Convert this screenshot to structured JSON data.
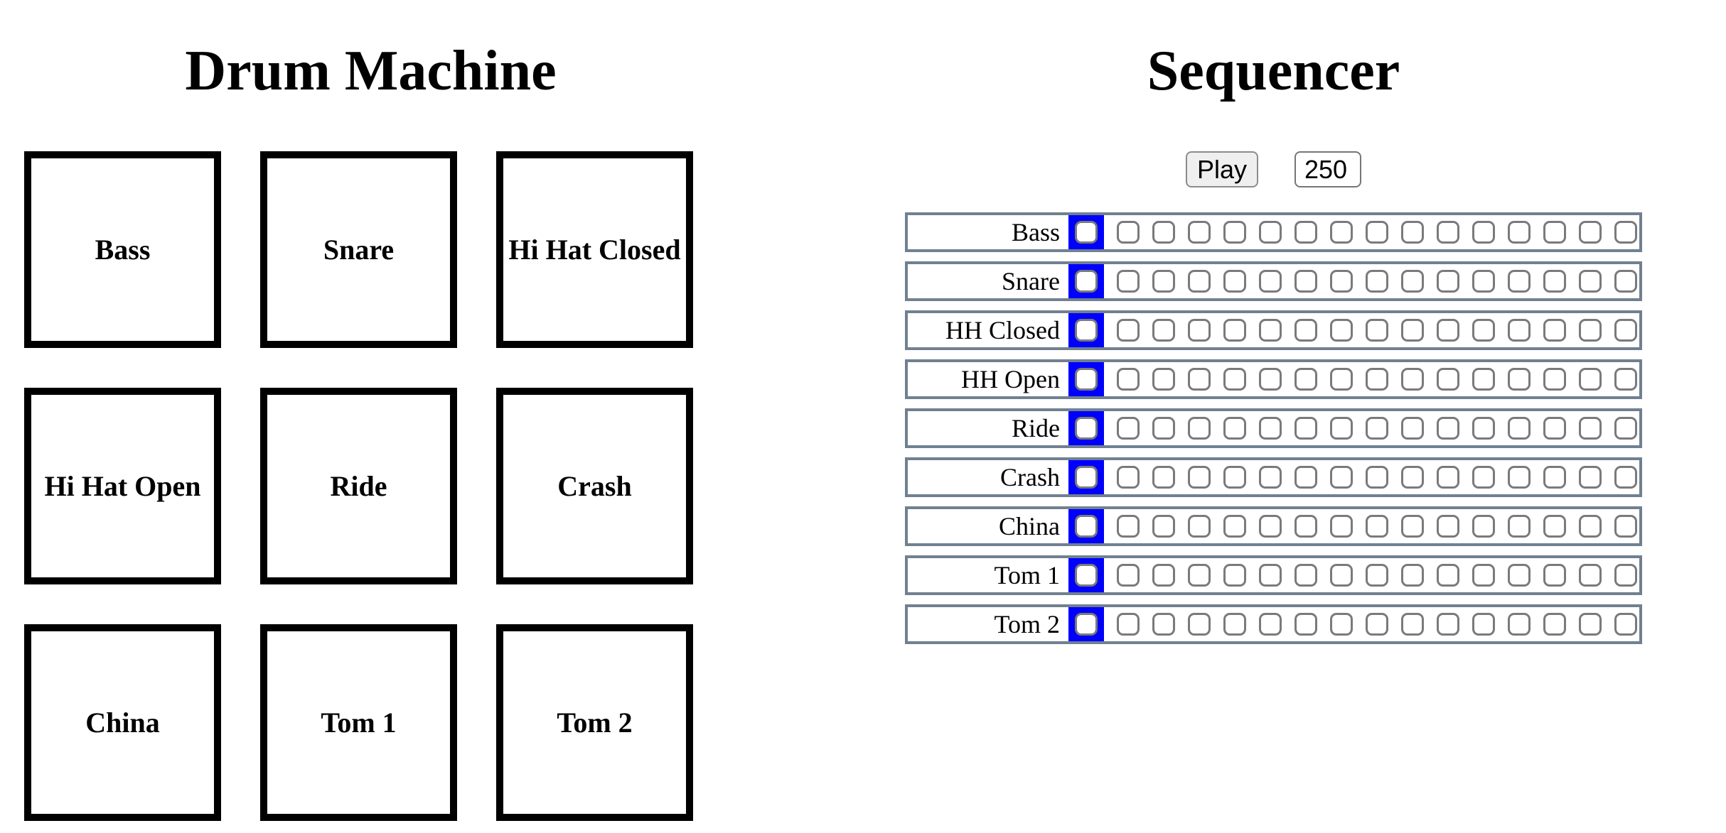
{
  "drum_machine": {
    "title": "Drum Machine",
    "pads": [
      "Bass",
      "Snare",
      "Hi Hat Closed",
      "Hi Hat Open",
      "Ride",
      "Crash",
      "China",
      "Tom 1",
      "Tom 2"
    ]
  },
  "sequencer": {
    "title": "Sequencer",
    "play_label": "Play",
    "tempo_value": "250",
    "steps_per_track": 16,
    "highlighted_step": 1,
    "steps_checked": false,
    "tracks": [
      "Bass",
      "Snare",
      "HH Closed",
      "HH Open",
      "Ride",
      "Crash",
      "China",
      "Tom 1",
      "Tom 2"
    ],
    "colors": {
      "step_highlight": "#0000ff",
      "row_border": "#708090",
      "step_border": "#7a7a7a",
      "pad_border": "#000000",
      "button_background": "#efefef"
    }
  }
}
